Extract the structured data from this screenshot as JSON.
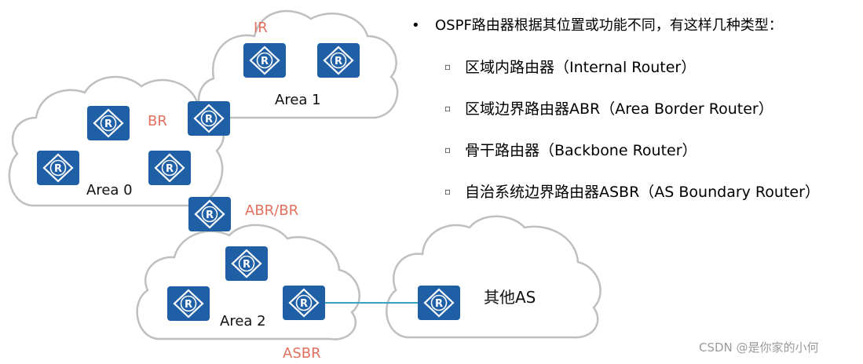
{
  "diagram": {
    "areas": {
      "area1": "Area 1",
      "area0": "Area 0",
      "area2": "Area 2",
      "other": "其他AS"
    },
    "roles": {
      "ir": "IR",
      "br": "BR",
      "abr_br": "ABR/BR",
      "asbr": "ASBR"
    },
    "router_glyph": "R",
    "colors": {
      "router_blue": "#1f5fa6",
      "role_label": "#e2705e",
      "cloud_outline": "#bfbfbf",
      "link": "#37a3c4"
    }
  },
  "text_panel": {
    "bullet": "•",
    "sub_bullet": "▫",
    "heading": "OSPF路由器根据其位置或功能不同，有这样几种类型：",
    "items": [
      "区域内路由器（Internal Router）",
      "区域边界路由器ABR（Area Border Router）",
      "骨干路由器（Backbone Router）",
      "自治系统边界路由器ASBR（AS Boundary Router）"
    ]
  },
  "watermark": "CSDN @是你家的小何"
}
